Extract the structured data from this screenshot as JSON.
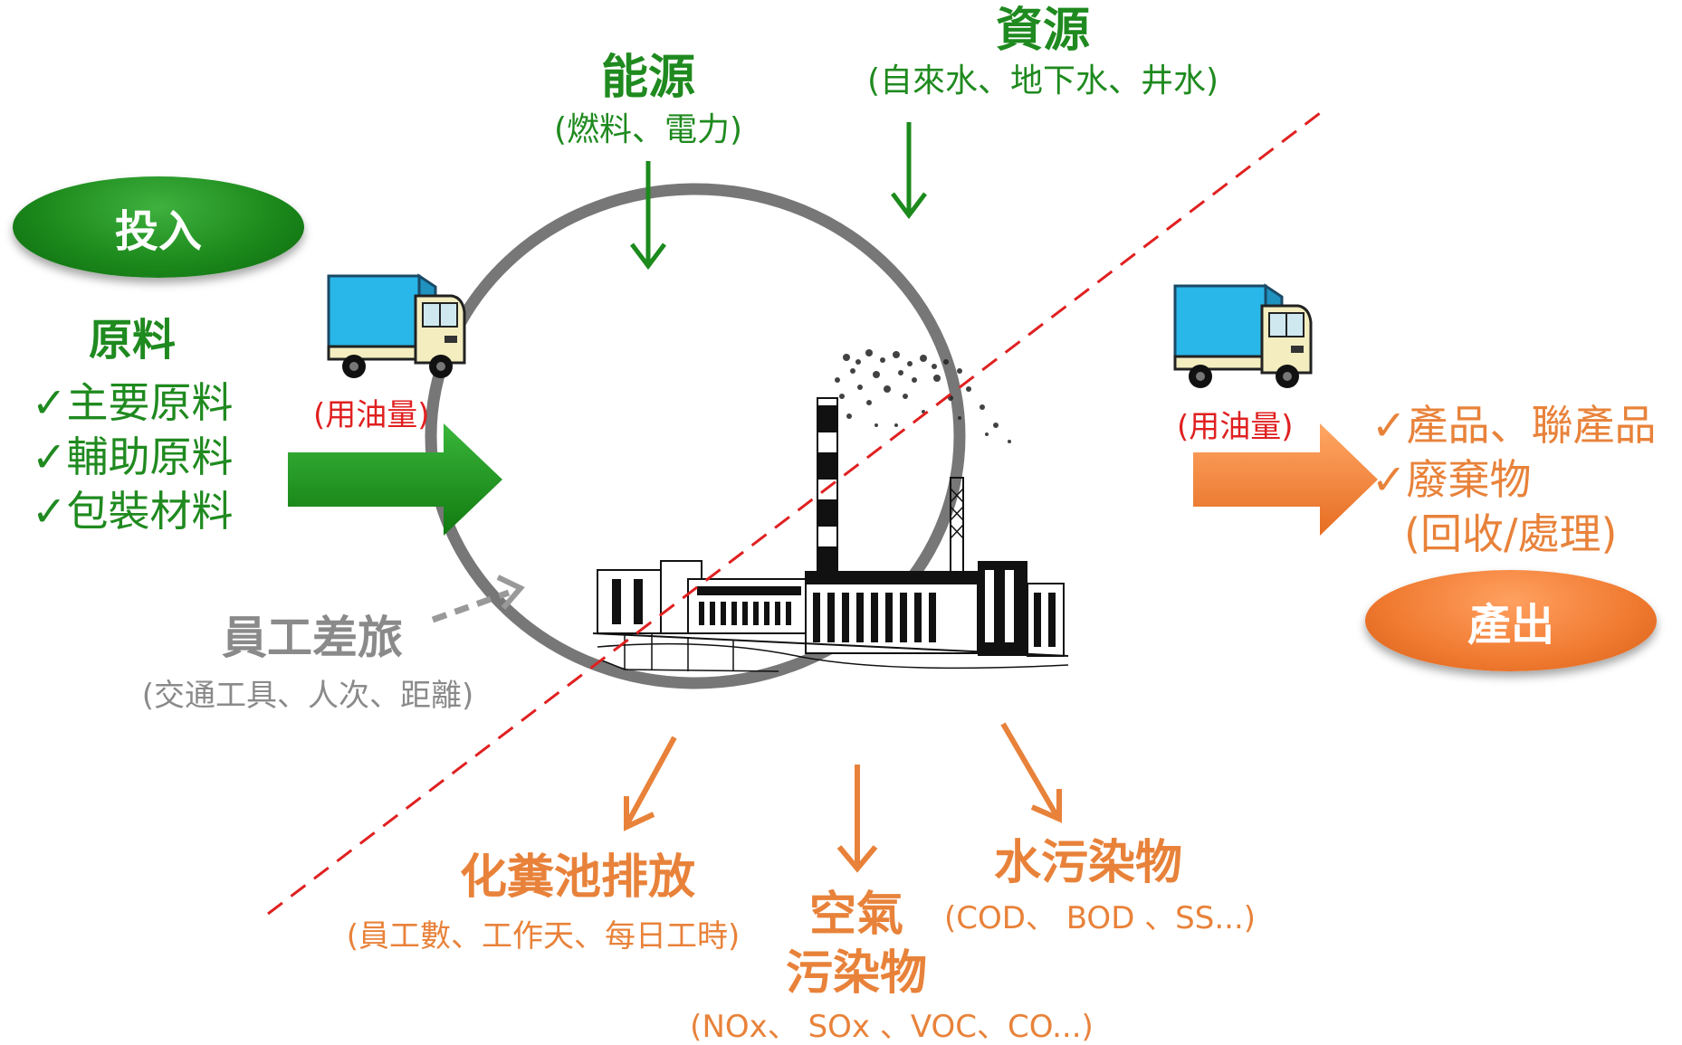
{
  "input_label": "投入",
  "output_label": "產出",
  "raw_materials": {
    "title": "原料",
    "items": [
      "✓主要原料",
      "✓輔助原料",
      "✓包裝材料"
    ]
  },
  "energy": {
    "title": "能源",
    "subtitle": "(燃料、電力)"
  },
  "resources": {
    "title": "資源",
    "subtitle": "(自來水、地下水、井水)"
  },
  "fuel_in": "(用油量)",
  "fuel_out": "(用油量)",
  "outputs": {
    "items": [
      "✓產品、聯產品",
      "✓廢棄物"
    ],
    "note": "(回收/處理)"
  },
  "travel": {
    "title": "員工差旅",
    "subtitle": "(交通工具、人次、距離)"
  },
  "septic": {
    "title": "化糞池排放",
    "subtitle": "(員工數、工作天、每日工時)"
  },
  "air": {
    "title_line1": "空氣",
    "title_line2": "污染物",
    "subtitle": "(NOx、 SOx 、VOC、CO...)"
  },
  "water": {
    "title": "水污染物",
    "subtitle": "(COD、 BOD 、SS...)"
  },
  "colors": {
    "input_green": "#1c8a1c",
    "output_orange": "#f07a30",
    "travel_gray": "#8a8a8a",
    "boundary_line_red": "#e02020",
    "circle_gray": "#777777",
    "truck_cargo_blue": "#29b6e8"
  },
  "icons": [
    "truck-icon",
    "factory-icon"
  ]
}
